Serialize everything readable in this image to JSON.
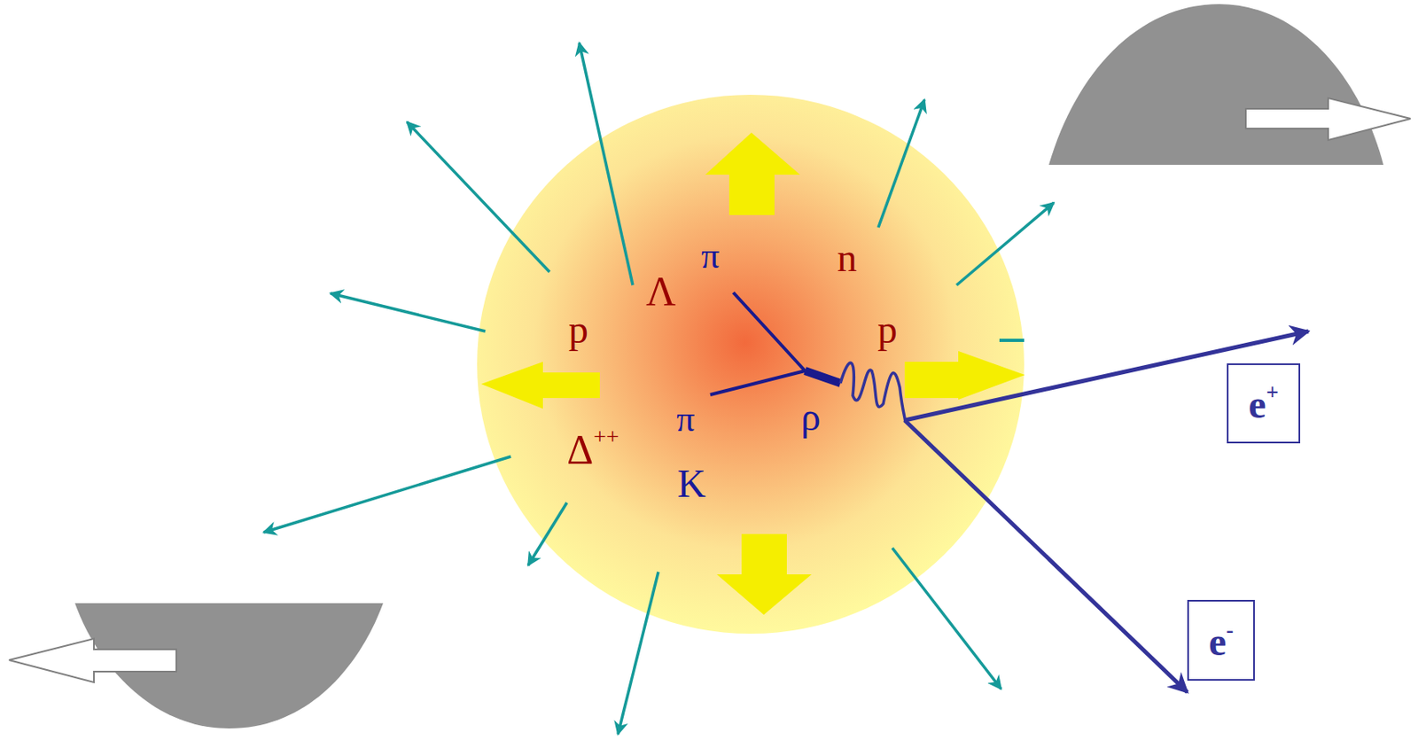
{
  "diagram": {
    "nodes": [
      {
        "text": [
          "e+"
        ]
      },
      {
        "text": [
          "e-"
        ]
      }
    ],
    "labels": [
      "π",
      "n",
      "Λ",
      "p",
      "p",
      "ρ",
      "Δ++",
      "π",
      "K"
    ]
  }
}
